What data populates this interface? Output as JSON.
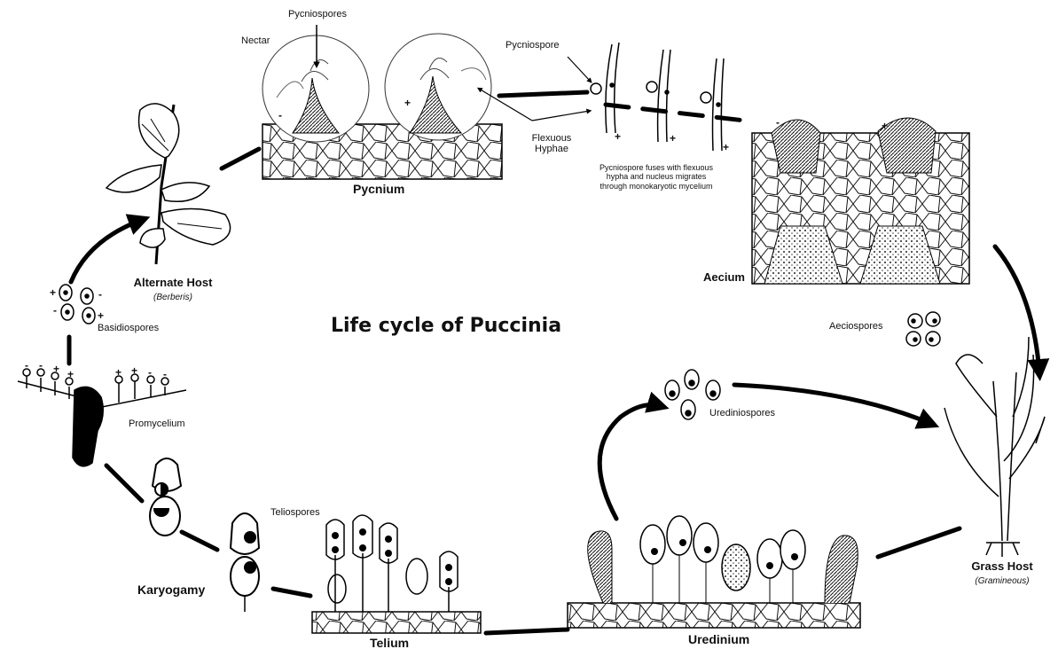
{
  "title": "Life cycle  of Puccinia",
  "labels": {
    "pycniospores": "Pycniospores",
    "nectar": "Nectar",
    "pycnium": "Pycnium",
    "pycniospore": "Pycniospore",
    "flexuous_hyphae_1": "Flexuous",
    "flexuous_hyphae_2": "Hyphae",
    "fusion_note_1": "Pycniospore fuses with flexuous",
    "fusion_note_2": "hypha and nucleus migrates",
    "fusion_note_3": "through monokaryotic mycelium",
    "aecium": "Aecium",
    "aeciospores": "Aeciospores",
    "grass_host": "Grass Host",
    "grass_host_sub": "(Gramineous)",
    "urediniospores": "Urediniospores",
    "uredinium": "Uredinium",
    "telium": "Telium",
    "teliospores": "Teliospores",
    "karyogamy": "Karyogamy",
    "promycelium": "Promycelium",
    "basidiospores": "Basidiospores",
    "alternate_host": "Alternate Host",
    "alternate_host_sub": "(Berberis)"
  },
  "signs": {
    "plus": "+",
    "minus": "-"
  }
}
